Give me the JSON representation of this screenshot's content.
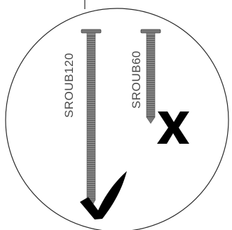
{
  "screws": [
    {
      "label": "SROUB120",
      "status": "correct",
      "mark_icon": "check-icon"
    },
    {
      "label": "SROUB60",
      "status": "incorrect",
      "mark_icon": "x-icon"
    }
  ],
  "colors": {
    "outline": "#2a2a2a",
    "label": "#4a4a4a",
    "screw_fill": "#9a9a9a",
    "screw_dark": "#555555",
    "mark": "#000000"
  }
}
